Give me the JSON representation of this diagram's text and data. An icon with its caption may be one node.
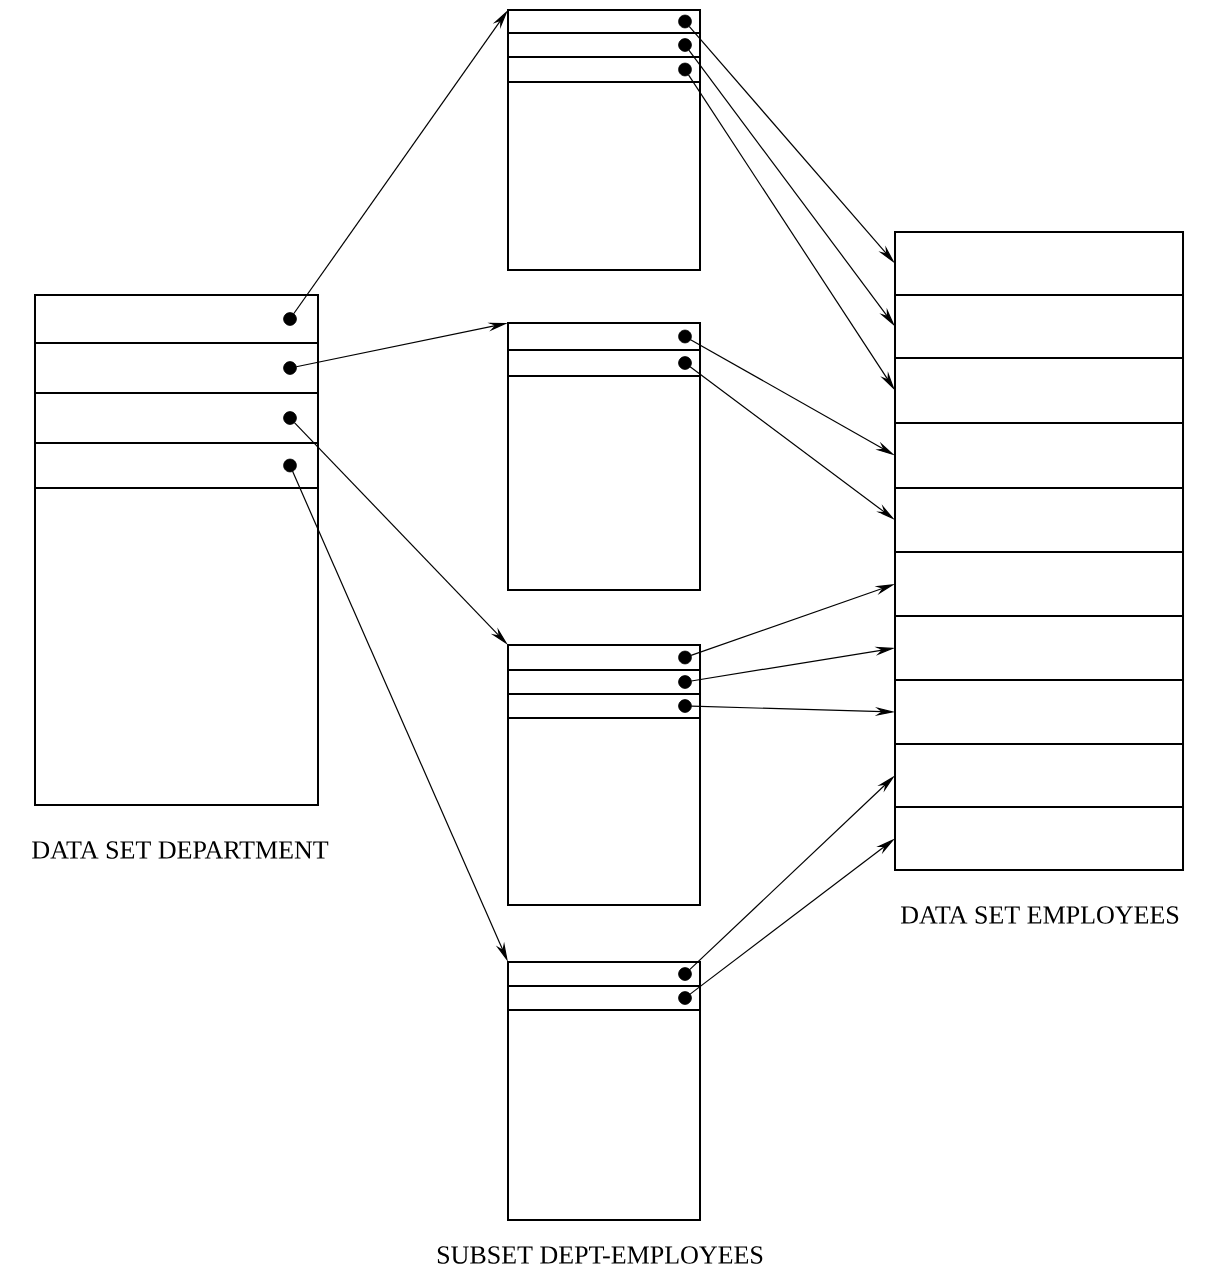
{
  "diagram": {
    "nodes": [
      {
        "text": [
          "DATA SET DEPARTMENT"
        ]
      },
      {
        "text": [],
        "shape": "box",
        "in": 0
      },
      {
        "text": [],
        "shape": "box",
        "in": 0
      },
      {
        "text": [],
        "shape": "box",
        "in": 0
      },
      {
        "text": [],
        "shape": "box",
        "in": 0
      },
      {
        "text": [],
        "shape": "box"
      },
      {
        "text": [],
        "shape": "box",
        "in": 5
      },
      {
        "text": [],
        "shape": "box",
        "in": 5
      },
      {
        "text": [],
        "shape": "box",
        "in": 5
      },
      {
        "text": [],
        "shape": "box"
      },
      {
        "text": [],
        "shape": "box",
        "in": 9
      },
      {
        "text": [],
        "shape": "box",
        "in": 9
      },
      {
        "text": [],
        "shape": "box"
      },
      {
        "text": [],
        "shape": "box",
        "in": 12
      },
      {
        "text": [],
        "shape": "box",
        "in": 12
      },
      {
        "text": [],
        "shape": "box",
        "in": 12
      },
      {
        "text": [],
        "shape": "box"
      },
      {
        "text": [],
        "shape": "box",
        "in": 16
      },
      {
        "text": [],
        "shape": "box",
        "in": 16
      },
      {
        "text": [
          "DATA SET EMPLOYEES"
        ]
      },
      {
        "text": [],
        "shape": "box",
        "in": 19
      },
      {
        "text": [],
        "shape": "box",
        "in": 19
      },
      {
        "text": [],
        "shape": "box",
        "in": 19
      },
      {
        "text": [],
        "shape": "box",
        "in": 19
      },
      {
        "text": [],
        "shape": "box",
        "in": 19
      },
      {
        "text": [],
        "shape": "box",
        "in": 19
      },
      {
        "text": [],
        "shape": "box",
        "in": 19
      },
      {
        "text": [],
        "shape": "box",
        "in": 19
      },
      {
        "text": [],
        "shape": "box",
        "in": 19
      },
      {
        "text": [],
        "shape": "box",
        "in": 19
      },
      {
        "text": [],
        "shape": "circle",
        "in": 1
      },
      {
        "text": [],
        "shape": "circle",
        "in": 2
      },
      {
        "text": [],
        "shape": "circle",
        "in": 3
      },
      {
        "text": [],
        "shape": "circle",
        "in": 4
      },
      {
        "text": [],
        "shape": "circle",
        "in": 6
      },
      {
        "text": [],
        "shape": "circle",
        "in": 7
      },
      {
        "text": [],
        "shape": "circle",
        "in": 8
      },
      {
        "text": [],
        "shape": "circle",
        "in": 10
      },
      {
        "text": [],
        "shape": "circle",
        "in": 11
      },
      {
        "text": [],
        "shape": "circle",
        "in": 13
      },
      {
        "text": [],
        "shape": "circle",
        "in": 14
      },
      {
        "text": [],
        "shape": "circle",
        "in": 15
      },
      {
        "text": [],
        "shape": "circle",
        "in": 17
      },
      {
        "text": [],
        "shape": "circle",
        "in": 18
      }
    ],
    "edges": [
      {
        "from": 30,
        "to": 5,
        "arrow": "to"
      },
      {
        "from": 31,
        "to": 9,
        "arrow": "to"
      },
      {
        "from": 32,
        "to": 12,
        "arrow": "to"
      },
      {
        "from": 33,
        "to": 16,
        "arrow": "to"
      },
      {
        "from": 34,
        "to": 20,
        "arrow": "to"
      },
      {
        "from": 35,
        "to": 21,
        "arrow": "to"
      },
      {
        "from": 36,
        "to": 22,
        "arrow": "to"
      },
      {
        "from": 37,
        "to": 23,
        "arrow": "to"
      },
      {
        "from": 38,
        "to": 24,
        "arrow": "to"
      },
      {
        "from": 39,
        "to": 25,
        "arrow": "to"
      },
      {
        "from": 40,
        "to": 26,
        "arrow": "to"
      },
      {
        "from": 41,
        "to": 27,
        "arrow": "to"
      },
      {
        "from": 42,
        "to": 28,
        "arrow": "to"
      },
      {
        "from": 43,
        "to": 29,
        "arrow": "to"
      }
    ],
    "labels": [
      "SUBSET DEPT-EMPLOYEES"
    ]
  }
}
